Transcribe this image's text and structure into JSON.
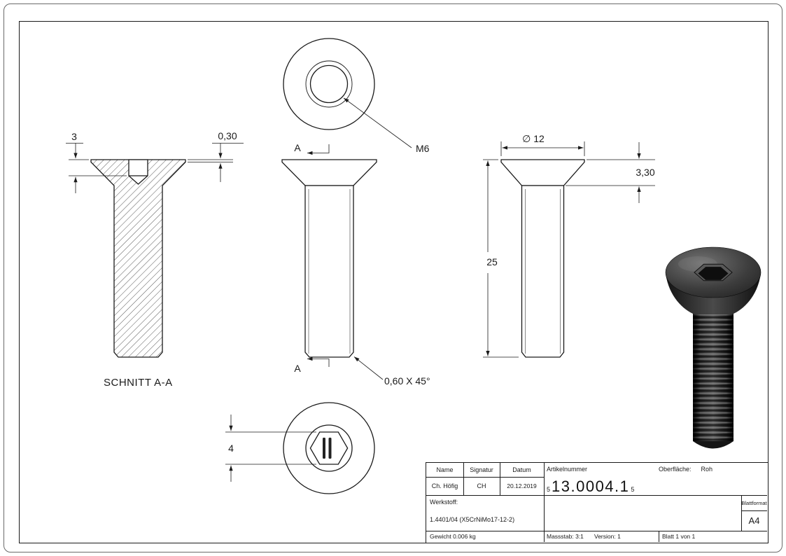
{
  "views": {
    "section": {
      "title": "SCHNITT A-A",
      "dim_socket_depth": "3",
      "dim_rim": "0,30"
    },
    "front": {
      "cut_letter_top": "A",
      "cut_letter_bottom": "A",
      "thread": "M6",
      "chamfer": "0,60 X 45°"
    },
    "socket": {
      "dim_across_flats": "4"
    },
    "side": {
      "dim_diameter": "∅ 12",
      "dim_head_height": "3,30",
      "dim_length": "25"
    }
  },
  "titleblock": {
    "headers": {
      "name": "Name",
      "signature": "Signatur",
      "date": "Datum",
      "article": "Artikelnummer",
      "surface_label": "Oberfläche:",
      "surface_value": "Roh"
    },
    "values": {
      "name": "Ch. Höfig",
      "signature": "CH",
      "date": "20.12.2019",
      "article_prefix": "5",
      "article_number": "13.0004.1",
      "article_suffix": "5"
    },
    "material": {
      "label": "Werkstoff:",
      "value": "1.4401/04 (X5CrNiMo17-12-2)"
    },
    "format": {
      "label": "Blattformat",
      "value": "A4"
    },
    "footer": {
      "weight": "Gewicht 0.006 kg",
      "scale": "Massstab: 3:1",
      "version": "Version: 1",
      "sheet": "Blatt 1 von 1"
    }
  }
}
